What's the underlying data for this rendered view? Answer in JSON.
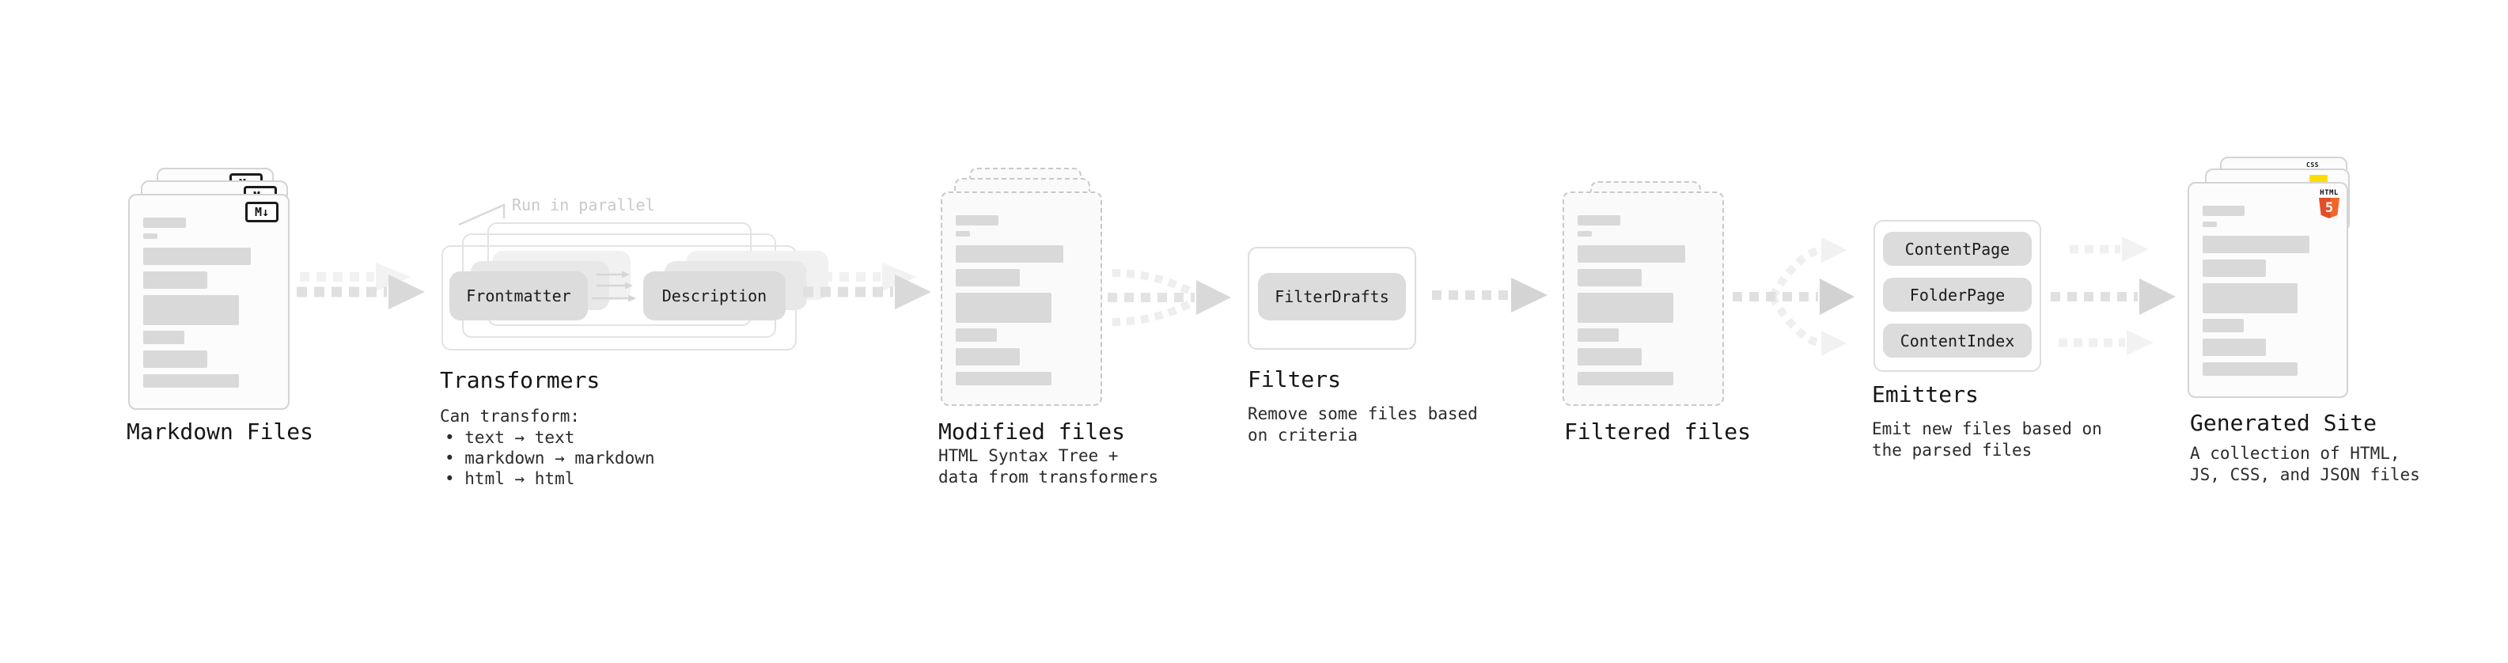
{
  "stages": {
    "markdown": {
      "label": "Markdown Files",
      "badge": "M↓"
    },
    "transformers": {
      "label": "Transformers",
      "note": "Run in parallel",
      "box_left": "Frontmatter",
      "box_right": "Description",
      "caption": "Can transform:",
      "bullets": [
        "• text → text",
        "• markdown → markdown",
        "• html → html"
      ]
    },
    "modified": {
      "label": "Modified files",
      "sub1": "HTML Syntax Tree +",
      "sub2": "data from transformers"
    },
    "filters": {
      "label": "Filters",
      "box": "FilterDrafts",
      "sub1": "Remove some files based",
      "sub2": "on criteria"
    },
    "filtered": {
      "label": "Filtered files"
    },
    "emitters": {
      "label": "Emitters",
      "boxes": [
        "ContentPage",
        "FolderPage",
        "ContentIndex"
      ],
      "sub1": "Emit new files based on",
      "sub2": "the parsed files"
    },
    "generated": {
      "label": "Generated Site",
      "sub1": "A collection of HTML,",
      "sub2": "JS, CSS, and JSON files",
      "badge_css": "CSS",
      "badge_html_word": "HTML",
      "badge_html_number": "5"
    }
  },
  "colors": {
    "html5_orange": "#e44d26",
    "html5_orange_light": "#f16529",
    "js_yellow": "#ffdd00",
    "css_blue": "#2965f1",
    "markdown_badge_black": "#1a1a1a",
    "placeholder_bar_gray": "#d9d9d9",
    "arrow_gray": "#d9d9d9",
    "note_gray": "#c9c9c9",
    "heading_text": "#161616"
  }
}
